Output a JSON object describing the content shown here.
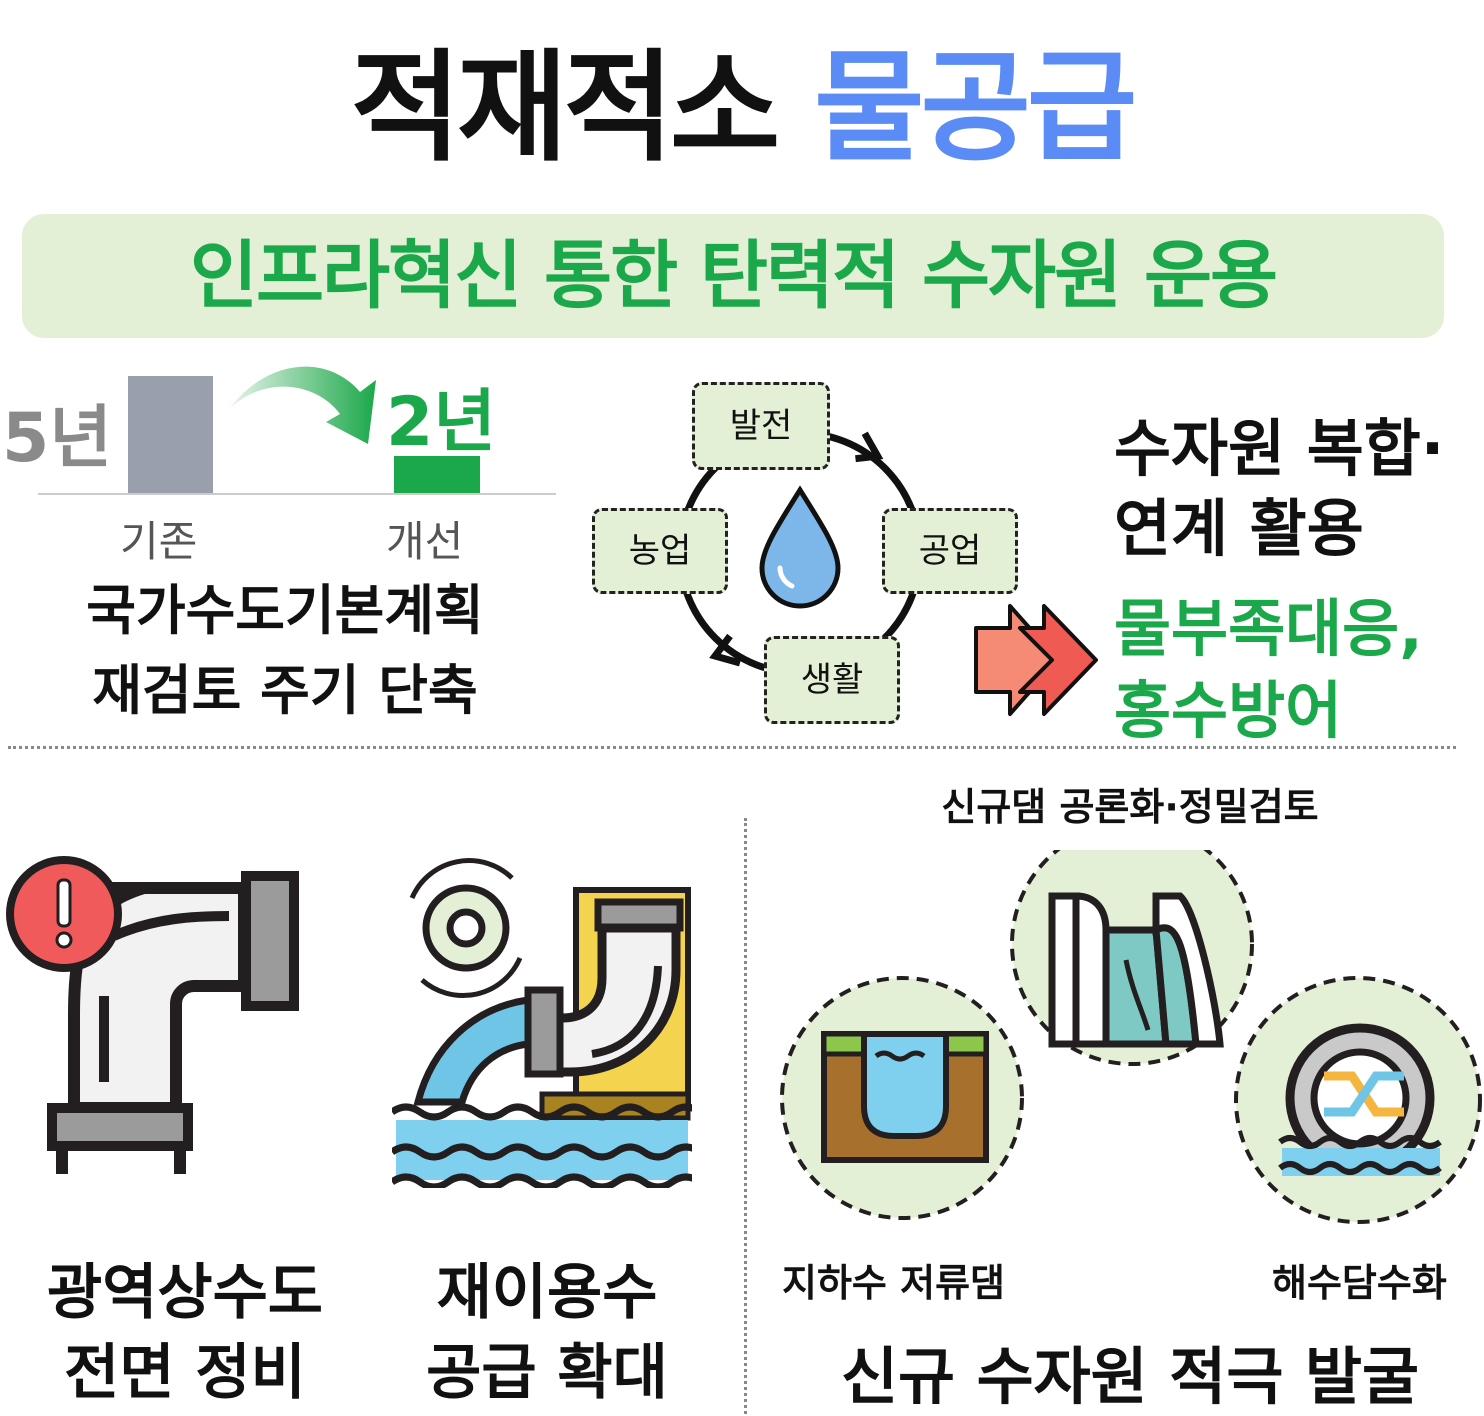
{
  "title": {
    "part1": "적재적소",
    "part2": "물공급"
  },
  "banner": "인프라혁신 통한 탄력적 수자원 운용",
  "plan_chart": {
    "before_value": "5년",
    "after_value": "2년",
    "before_label": "기존",
    "after_label": "개선",
    "caption_line1": "국가수도기본계획",
    "caption_line2": "재검토 주기 단축"
  },
  "cycle": {
    "top": "발전",
    "right": "공업",
    "bottom": "생활",
    "left": "농업"
  },
  "integration": {
    "line1": "수자원 복합·",
    "line2": "연계 활용",
    "result_line1": "물부족대응,",
    "result_line2": "홍수방어"
  },
  "bottom_left": {
    "pipe_line1": "광역상수도",
    "pipe_line2": "전면 정비",
    "reuse_line1": "재이용수",
    "reuse_line2": "공급 확대"
  },
  "bottom_right": {
    "dam_caption": "신규댐 공론화·정밀검토",
    "groundwater_caption": "지하수 저류댐",
    "desal_caption": "해수담수화",
    "heading": "신규 수자원 적극 발굴"
  },
  "colors": {
    "blue": "#5b8cf5",
    "green": "#1ba84a",
    "banner_bg": "#e3f0d6",
    "gray_bar": "#9a9fad"
  }
}
